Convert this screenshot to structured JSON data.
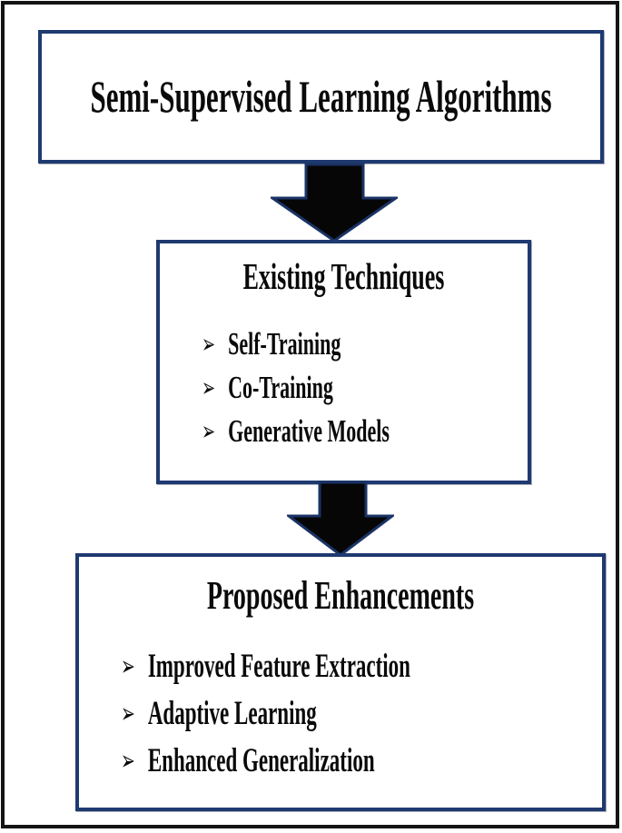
{
  "diagram": {
    "bullet_glyph": "➢",
    "top_box": {
      "title": "Semi-Supervised Learning Algorithms"
    },
    "middle_box": {
      "title": "Existing Techniques",
      "items": [
        "Self-Training",
        "Co-Training",
        "Generative Models"
      ]
    },
    "bottom_box": {
      "title": "Proposed Enhancements",
      "items": [
        "Improved Feature Extraction",
        "Adaptive Learning",
        "Enhanced Generalization"
      ]
    },
    "colors": {
      "box_border": "#1f3a70",
      "frame_border": "#141414",
      "arrow_fill": "#060606",
      "arrow_outline": "#1a3365",
      "text": "#0a0a0a",
      "background": "#ffffff"
    }
  }
}
